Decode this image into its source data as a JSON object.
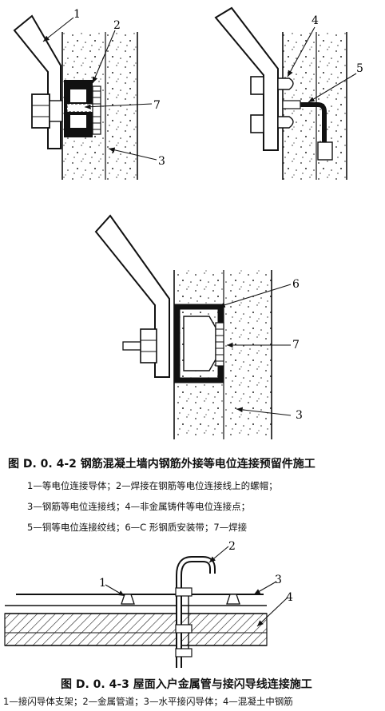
{
  "fig1": {
    "callouts": {
      "c1": "1",
      "c2": "2",
      "c3": "3",
      "c4": "4",
      "c5": "5",
      "c6": "6",
      "c7": "7",
      "c7b": "7",
      "c3b": "3"
    },
    "caption": {
      "title": "图 D. 0. 4-2   钢筋混凝土墙内钢筋外接等电位连接预留件施工",
      "lines": [
        "1—等电位连接导体；2—焊接在钢筋等电位连接线上的螺帽；",
        "3—钢筋等电位连接线；4—非金属铸件等电位连接点；",
        "5—铜等电位连接绞线；6—C 形钢质安装带；7—焊接"
      ]
    }
  },
  "fig2": {
    "callouts": {
      "c1": "1",
      "c2": "2",
      "c3": "3",
      "c4": "4"
    },
    "caption": {
      "title": "图 D. 0. 4-3   屋面入户金属管与接闪导线连接施工",
      "lines": [
        "1—接闪导体支架；2—金属管道；3—水平接闪导体；4—混凝土中钢筋"
      ]
    }
  }
}
